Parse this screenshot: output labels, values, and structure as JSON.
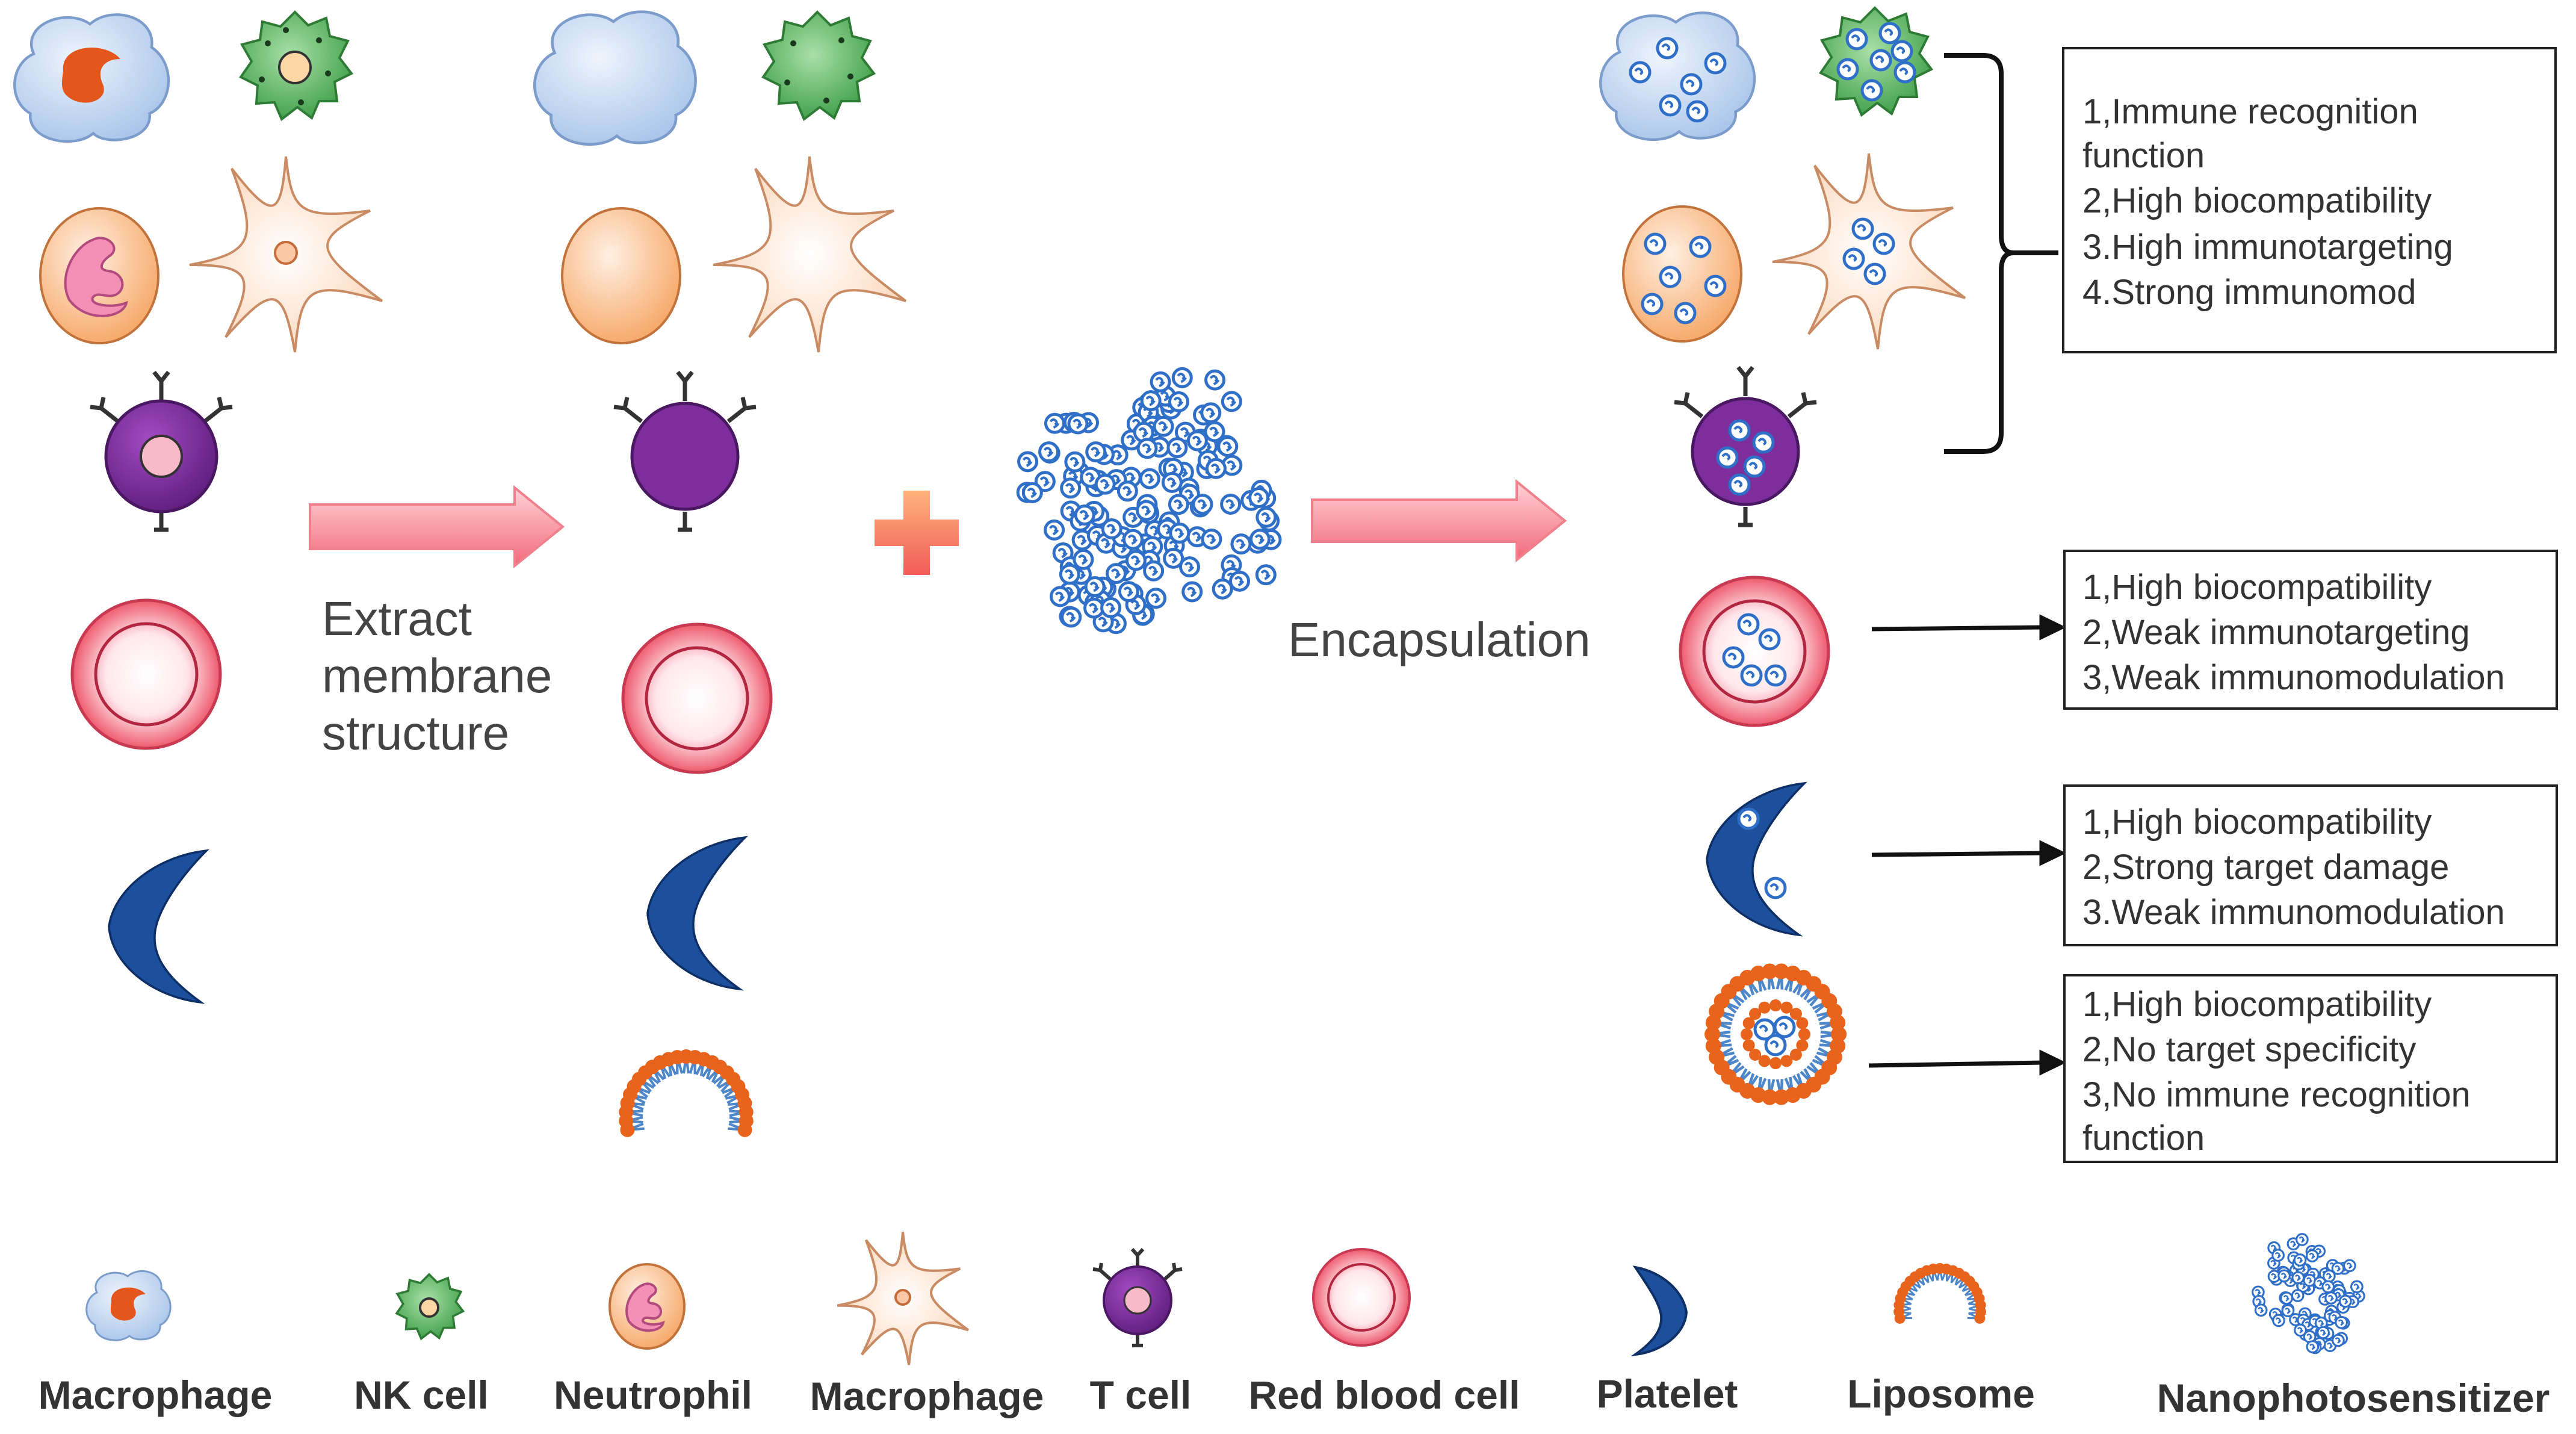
{
  "steps": {
    "extract": [
      "Extract",
      "membrane",
      "structure"
    ],
    "encapsulation": "Encapsulation"
  },
  "boxes": [
    {
      "lines": [
        "1,Immune recognition",
        "function",
        "2,High biocompatibility",
        "3.High immunotargeting",
        "4.Strong immunomod"
      ]
    },
    {
      "lines": [
        "1,High biocompatibility",
        "2,Weak immunotargeting",
        "3,Weak immunomodulation"
      ]
    },
    {
      "lines": [
        "1,High biocompatibility",
        "2,Strong target damage",
        "3.Weak immunomodulation"
      ]
    },
    {
      "lines": [
        "1,High biocompatibility",
        "2,No target specificity",
        "3,No immune recognition",
        "function"
      ]
    }
  ],
  "legend": [
    "Macrophage",
    "NK cell",
    "Neutrophil",
    "Macrophage",
    "T cell",
    "Red blood cell",
    "Platelet",
    "Liposome",
    "Nanophotosensitizer"
  ],
  "colors": {
    "macrophage_fill": "#c9daf2",
    "nk_fill": "#58b65a",
    "neutrophil_fill": "#f8b27a",
    "dendritic_fill": "#fde0c8",
    "tcell_fill": "#7d2d9c",
    "rbc_fill": "#ec5b6e",
    "platelet_fill": "#1b4e99",
    "liposome_head": "#e8641d",
    "liposome_tail": "#4d86c9",
    "nano_particle": "#2f6fc8",
    "arrow_fill": "#f26b78"
  }
}
